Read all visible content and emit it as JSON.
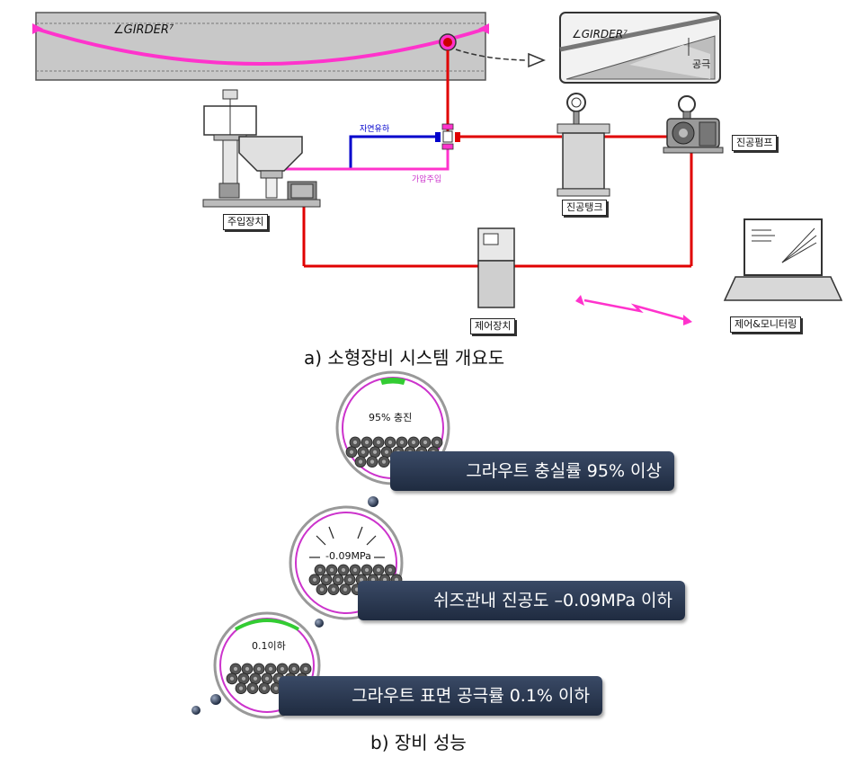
{
  "part_a": {
    "girder_label": "∠GIRDER⁷",
    "detail_girder_label": "∠GIRDER⁷",
    "detail_void_label": "공극",
    "natural_flow_label": "자연유하",
    "pressure_injection_label": "가압주입",
    "injection_device_label": "주입장치",
    "vacuum_tank_label": "진공탱크",
    "vacuum_pump_label": "진공펌프",
    "control_device_label": "제어장치",
    "monitoring_label": "제어&모니터링",
    "caption": "a) 소형장비 시스템 개요도"
  },
  "part_b": {
    "items": [
      {
        "circle_text": "95% 충진",
        "banner": "그라우트 충실률 95% 이상"
      },
      {
        "circle_text": "-0.09MPa",
        "banner": "쉬즈관내 진공도 –0.09MPa 이하"
      },
      {
        "circle_text": "0.1이하",
        "banner": "그라우트 표면 공극률 0.1% 이하"
      }
    ],
    "caption": "b) 장비 성능"
  },
  "colors": {
    "tendon": "#ff33cc",
    "vacuum_line": "#e00000",
    "natural_flow_line": "#0000cc",
    "girder_fill": "#c8c8c8",
    "banner": "#2b3a55",
    "fill_indicator": "#33cc33"
  }
}
